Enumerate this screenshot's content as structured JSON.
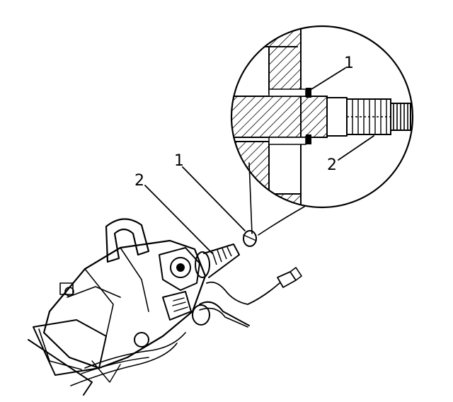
{
  "figure": {
    "callouts": {
      "detail_1": "1",
      "detail_2": "2",
      "main_1": "1",
      "main_2": "2"
    }
  }
}
